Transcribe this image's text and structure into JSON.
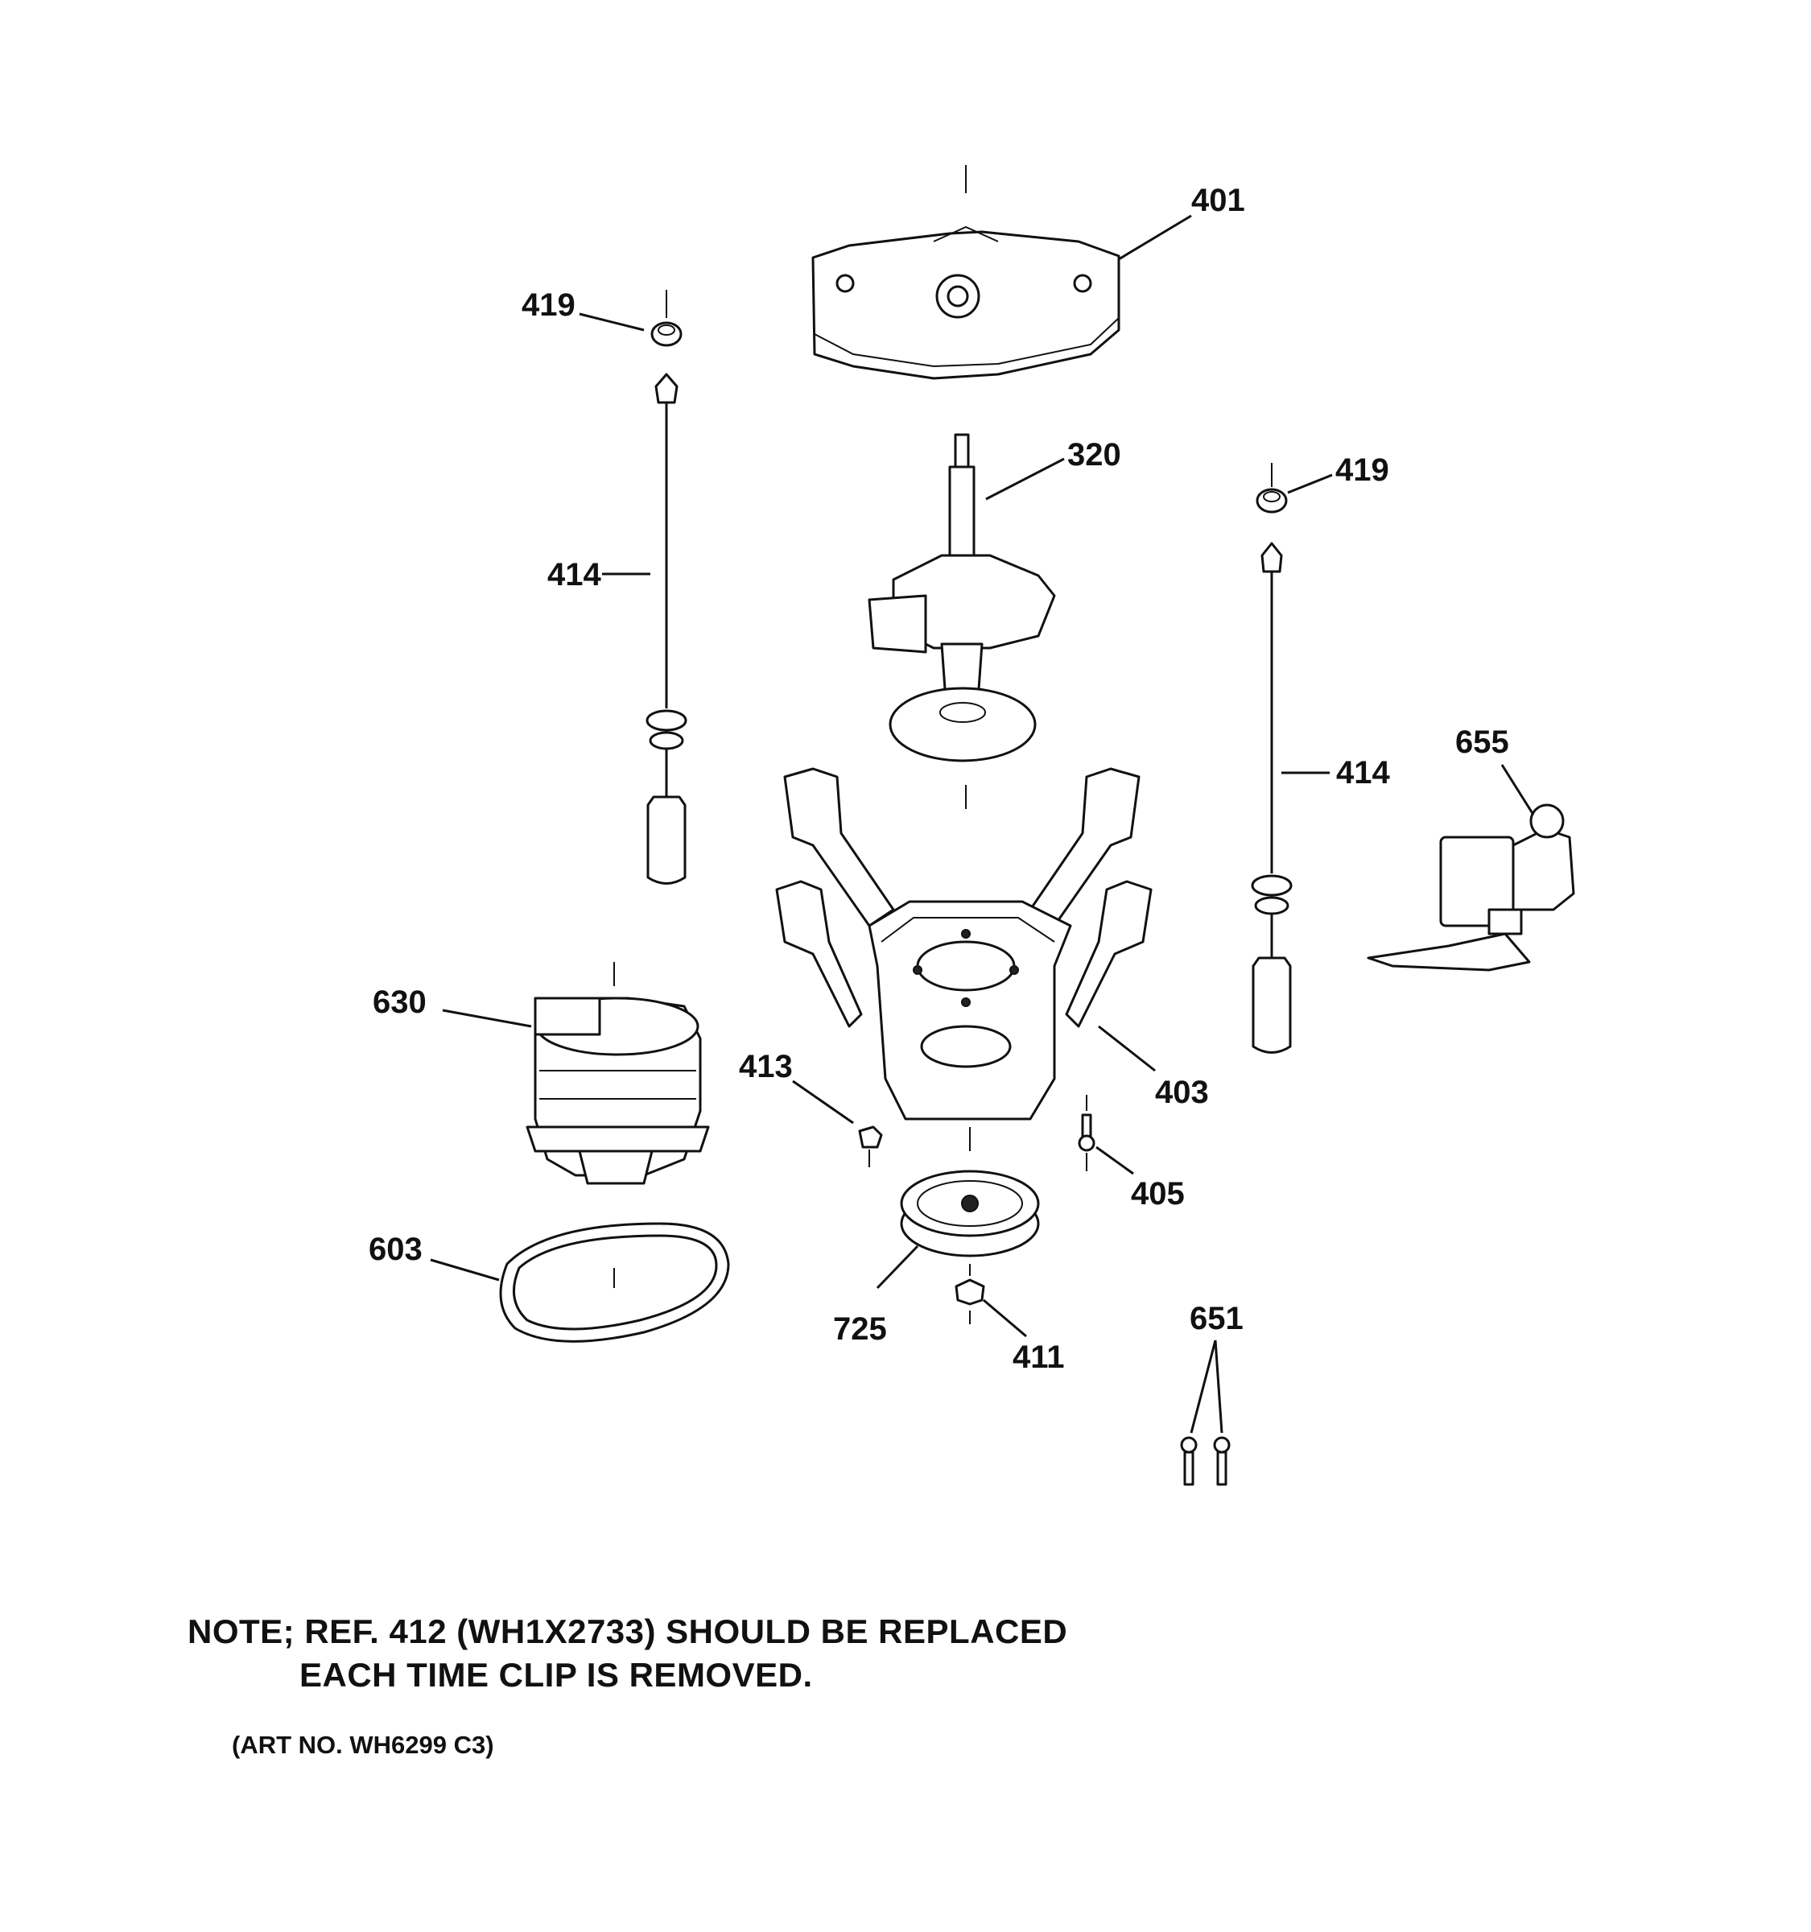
{
  "callouts": {
    "c401": "401",
    "c419_left": "419",
    "c419_right": "419",
    "c320": "320",
    "c414_left": "414",
    "c414_right": "414",
    "c655": "655",
    "c630": "630",
    "c413": "413",
    "c403": "403",
    "c405": "405",
    "c603": "603",
    "c725": "725",
    "c411": "411",
    "c651": "651"
  },
  "note": {
    "line1": "NOTE; REF. 412 (WH1X2733) SHOULD BE REPLACED",
    "line2": "EACH TIME CLIP IS REMOVED.",
    "art_no": "(ART NO. WH6299 C3)"
  }
}
